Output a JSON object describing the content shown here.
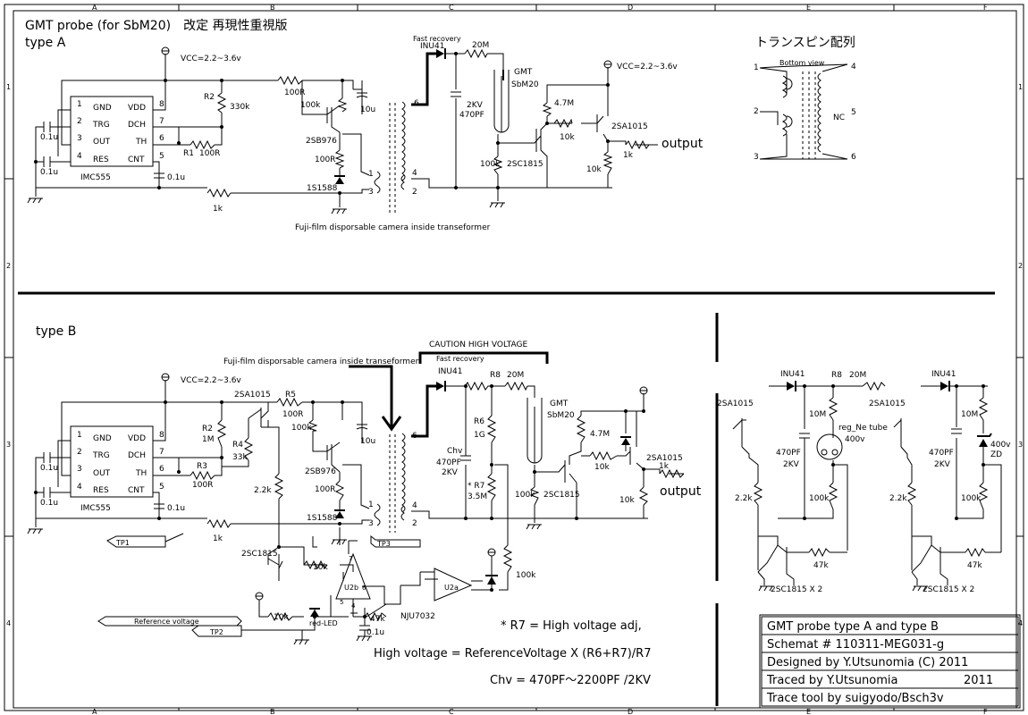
{
  "frame": {
    "cols": [
      "A",
      "B",
      "C",
      "D",
      "E",
      "F"
    ],
    "rows": [
      "1",
      "2",
      "3",
      "4"
    ]
  },
  "typeA": {
    "title": "GMT probe (for SbM20)　改定 再現性重視版",
    "subtitle": "type A",
    "vcc": "VCC=2.2~3.6v",
    "vcc2": "VCC=2.2~3.6v",
    "ic": {
      "name": "IMC555",
      "pins_left": [
        "GND",
        "TRG",
        "OUT",
        "RES"
      ],
      "pins_right": [
        "VDD",
        "DCH",
        "TH",
        "CNT"
      ],
      "nums_left": [
        "1",
        "2",
        "3",
        "4"
      ],
      "nums_right": [
        "8",
        "7",
        "6",
        "5"
      ]
    },
    "labels": {
      "c1": "0.1u",
      "c2": "0.1u",
      "c3": "0.1u",
      "r2": "R2",
      "r2v": "330k",
      "r1": "R1",
      "r1v": "100R",
      "r100": "100R",
      "r100k": "100k",
      "q1": "2SB976",
      "r100r2": "100R",
      "d1": "1S1588",
      "r1k": "1k",
      "c10u": "10u",
      "fr": "Fast recovery",
      "inu": "INU41",
      "r20m": "20M",
      "chv": "2KV",
      "chv2": "470PF",
      "gmt": "GMT",
      "sbm": "SbM20",
      "r47m": "4.7M",
      "q2": "2SA1015",
      "r10k": "10k",
      "r100k2": "100k",
      "q3": "2SC1815",
      "r10k2": "10k",
      "r1k2": "1k",
      "output": "output",
      "tp1": "6",
      "tp4": "4",
      "tp1b": "1",
      "tp2": "2",
      "tp3": "3",
      "camera": "Fuji-film disporsable camera inside transeformer"
    }
  },
  "pinout": {
    "title": "トランスピン配列",
    "view": "Bottom view",
    "pins": [
      "1",
      "2",
      "3",
      "4",
      "5",
      "6"
    ],
    "nc": "NC"
  },
  "typeB": {
    "subtitle": "type B",
    "vcc": "VCC=2.2~3.6v",
    "ic": {
      "name": "IMC555",
      "pins_left": [
        "GND",
        "TRG",
        "OUT",
        "RES"
      ],
      "pins_right": [
        "VDD",
        "DCH",
        "TH",
        "CNT"
      ],
      "nums_left": [
        "1",
        "2",
        "3",
        "4"
      ],
      "nums_right": [
        "8",
        "7",
        "6",
        "5"
      ]
    },
    "camera": "Fuji-film disporsable camera inside transeformer",
    "caution": "CAUTION  HIGH VOLTAGE",
    "labels": {
      "q1": "2SA1015",
      "r5": "R5",
      "r5v": "100R",
      "r2": "R2",
      "r2v": "1M",
      "r4": "R4",
      "r4v": "33k",
      "r3": "R3",
      "r3v": "100R",
      "c1": "0.1u",
      "c2": "0.1u",
      "c3": "0.1u",
      "r100k": "100k",
      "c10u": "10u",
      "q2": "2SB976",
      "r100r": "100R",
      "d1": "1S1588",
      "r1k": "1k",
      "r22k": "2.2k",
      "tp1": "TP1",
      "tp3": "TP3",
      "tp2": "TP2",
      "q3": "2SC1815",
      "r10k": "10k",
      "u2b": "U2b",
      "r10k2": "10k",
      "r47k": "47k",
      "c01": "0.1u",
      "led": "red-LED",
      "refv": "Reference voltage",
      "nju": "NJU7032",
      "u2a": "U2a",
      "r100k2": "100k",
      "fr": "Fast recovery",
      "inu": "INU41",
      "r8": "R8",
      "r20m": "20M",
      "r6": "R6",
      "r6v": "1G",
      "chv": "Chv",
      "chv2": "470PF",
      "chv3": "2KV",
      "r7": "* R7",
      "r7v": "3.5M",
      "gmt": "GMT",
      "sbm": "SbM20",
      "r47m": "4.7M",
      "q4": "2SA1015",
      "r1k2": "1k",
      "q5": "2SC1815",
      "r100k3": "100k",
      "r10k3": "10k",
      "r10k4": "10k",
      "output": "output",
      "t6": "6",
      "t4": "4",
      "t1": "1",
      "t2": "2",
      "t3": "3",
      "p1": "1",
      "p2": "2",
      "p3": "3",
      "p4": "4",
      "p5": "5",
      "p6": "6",
      "p7": "7",
      "p8": "8",
      "u4": "4",
      "u7": "7",
      "u6": "6",
      "u5": "5"
    },
    "notes": {
      "n1": "* R7 = High voltage adj,",
      "n2": "High voltage = ReferenceVoltage X (R6+R7)/R7",
      "n3": "Chv = 470PF～2200PF /2KV"
    }
  },
  "alt1": {
    "inu": "INU41",
    "r8": "R8",
    "r20m": "20M",
    "q": "2SA1015",
    "r10m": "10M",
    "ne": "reg_Ne tube",
    "nev": "400v",
    "chv": "470PF",
    "chv2": "2KV",
    "r100k": "100k",
    "r22k": "2.2k",
    "r47k": "47k",
    "q2": "2SC1815 X 2"
  },
  "alt2": {
    "inu": "INU41",
    "q": "2SA1015",
    "r10m": "10M",
    "zd": "400v",
    "zd2": "ZD",
    "chv": "470PF",
    "chv2": "2KV",
    "r100k": "100k",
    "r22k": "2.2k",
    "r47k": "47k",
    "q2": "2SC1815 X 2"
  },
  "titleblock": {
    "l1": "GMT probe  type A and type B",
    "l2": "Schemat # 110311-MEG031-g",
    "l3": "Designed by Y.Utsunomia  (C) 2011",
    "l4a": "Traced by     Y.Utsunomia",
    "l4b": "2011",
    "l5": "Trace tool by suigyodo/Bsch3v"
  }
}
